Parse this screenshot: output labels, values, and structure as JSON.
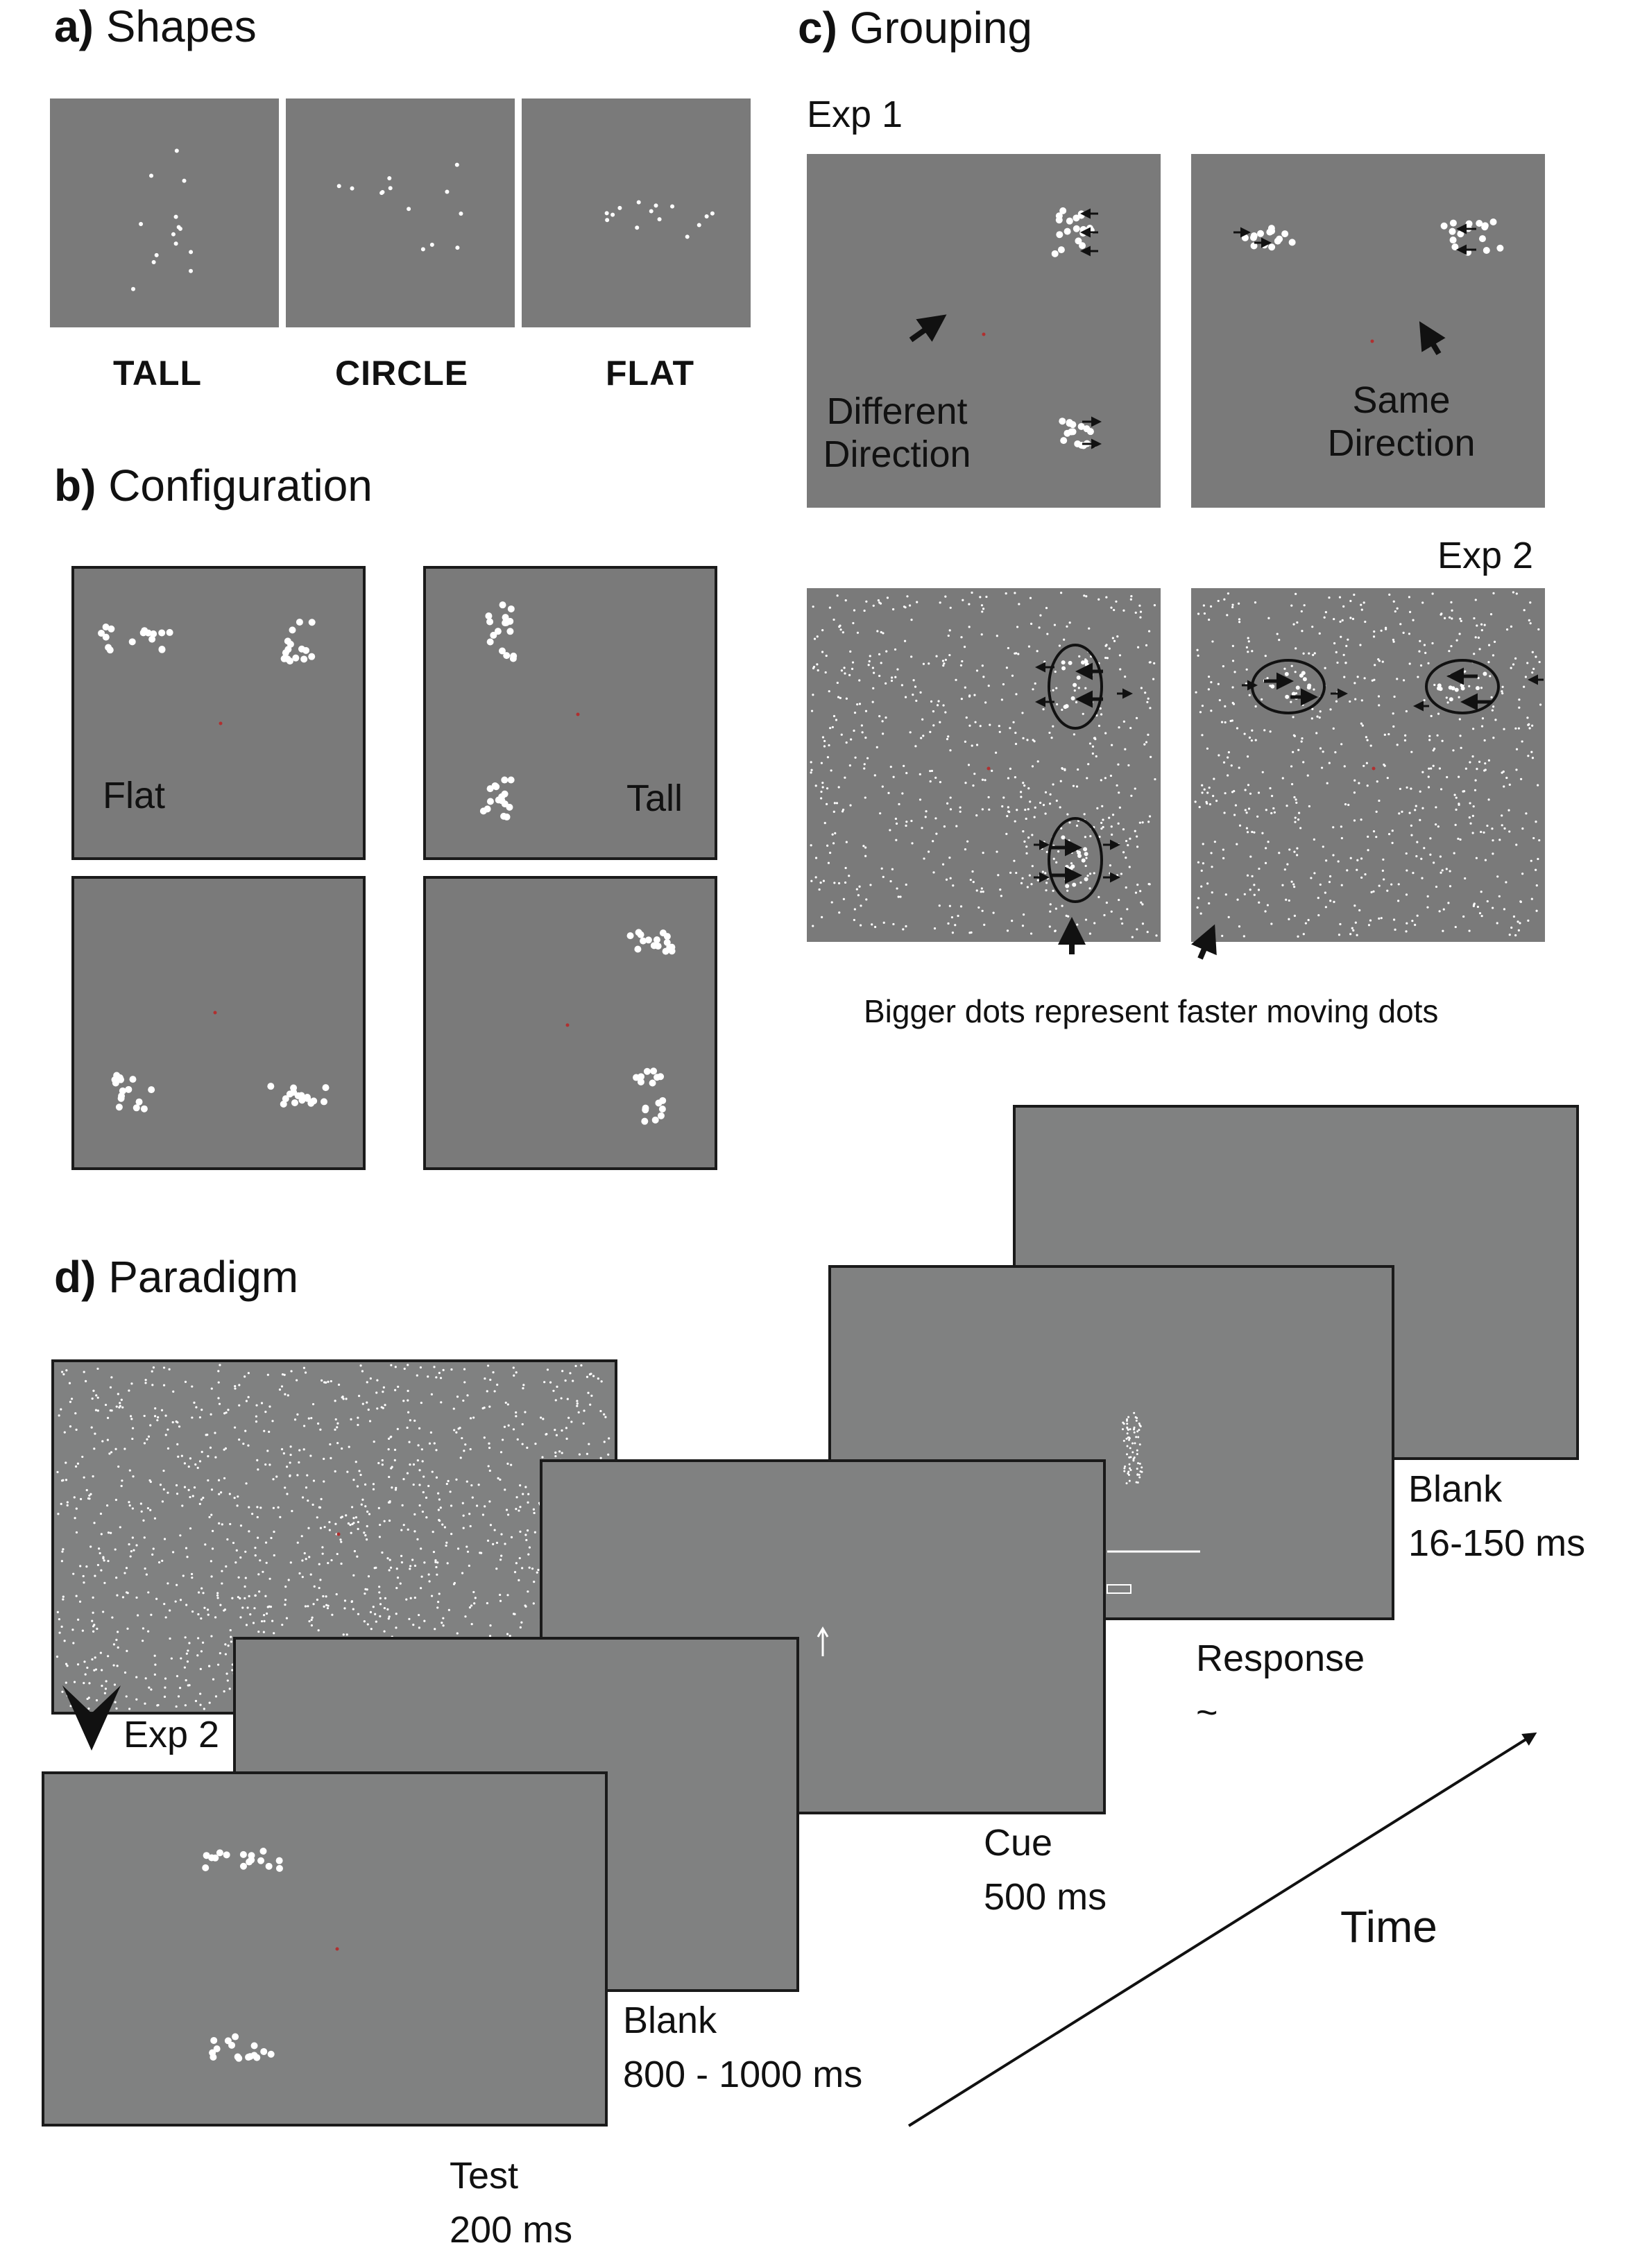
{
  "colors": {
    "panel": "#7a7a7a",
    "screen": "#808181",
    "border": "#1a1a1a",
    "dot": "#ffffff",
    "fixation": "#b03030",
    "ink": "#111111"
  },
  "panel_a": {
    "letter": "a)",
    "title": "Shapes",
    "labels": [
      "TALL",
      "CIRCLE",
      "FLAT"
    ]
  },
  "panel_b": {
    "letter": "b)",
    "title": "Configuration",
    "flat_label": "Flat",
    "tall_label": "Tall"
  },
  "panel_c": {
    "letter": "c)",
    "title": "Grouping",
    "exp1": "Exp 1",
    "exp2": "Exp 2",
    "different": [
      "Different",
      "Direction"
    ],
    "same": [
      "Same",
      "Direction"
    ],
    "note": "Bigger dots represent faster moving dots"
  },
  "panel_d": {
    "letter": "d)",
    "title": "Paradigm",
    "exp2": "Exp 2",
    "time_label": "Time",
    "steps": {
      "test": [
        "Test",
        "200 ms"
      ],
      "blank1": [
        "Blank",
        "800 - 1000 ms"
      ],
      "cue": [
        "Cue",
        "500 ms"
      ],
      "response": [
        "Response",
        "~"
      ],
      "blank2": [
        "Blank",
        "16-150 ms"
      ]
    }
  }
}
